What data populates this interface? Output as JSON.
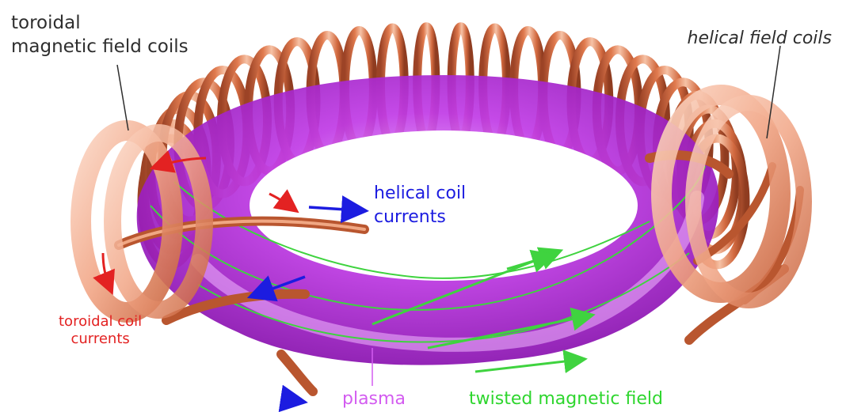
{
  "labels": {
    "toroidal_coils_line1": "toroidal",
    "toroidal_coils_line2": "magnetic field coils",
    "helical_coils": "helical field coils",
    "helical_currents_line1": "helical coil",
    "helical_currents_line2": "currents",
    "toroidal_currents_line1": "toroidal coil",
    "toroidal_currents_line2": "currents",
    "plasma": "plasma",
    "twisted_field": "twisted magnetic field"
  },
  "colors": {
    "coil_copper": "#d2693f",
    "coil_highlight": "#f3b79a",
    "coil_shadow": "#9c4326",
    "plasma": "#b21fd9",
    "plasma_light": "#e08cf5",
    "field_line": "#3fd33f",
    "helical_current_arrow": "#1c1ce0",
    "toroidal_current_arrow": "#e32222",
    "label_dark": "#2e2e2e"
  },
  "icons": {
    "coil": "copper-ring",
    "arrow": "direction-arrow"
  }
}
